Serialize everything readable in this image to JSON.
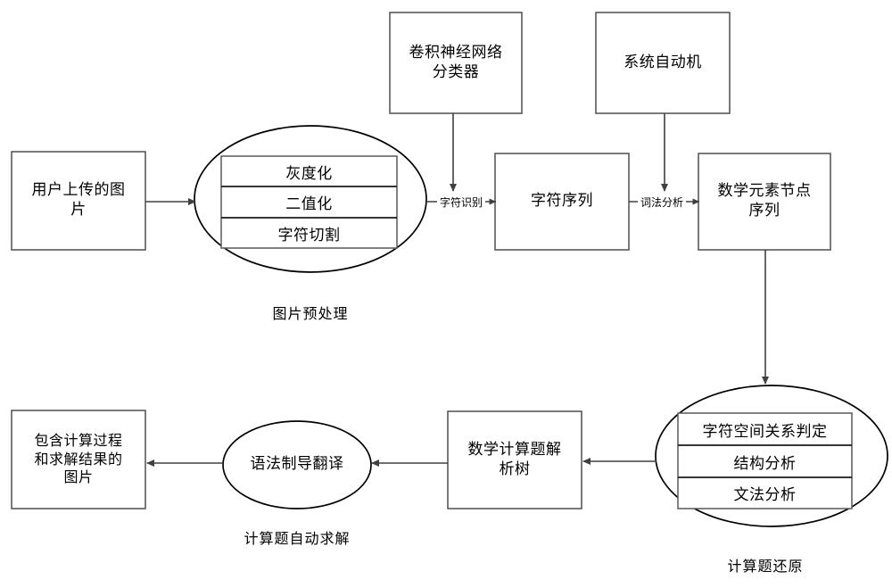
{
  "diagram": {
    "title_domain": "mathematical-expression-recognition-pipeline",
    "colors": {
      "box_stroke": "#595959",
      "ellipse_stroke": "#000000",
      "inner_table_stroke": "#595959",
      "arrow": "#404040",
      "text": "#000000",
      "background": "#ffffff"
    },
    "nodes": {
      "user_image": {
        "label": "用户上传的图\n片",
        "shape": "rect"
      },
      "preprocess_ellipse": {
        "shape": "ellipse",
        "caption": "图片预处理"
      },
      "preprocess_steps": [
        {
          "label": "灰度化"
        },
        {
          "label": "二值化"
        },
        {
          "label": "字符切割"
        }
      ],
      "cnn_classifier": {
        "label": "卷积神经网络\n分类器",
        "shape": "rect"
      },
      "system_automaton": {
        "label": "系统自动机",
        "shape": "rect"
      },
      "char_sequence": {
        "label": "字符序列",
        "shape": "rect"
      },
      "math_element_node_sequence": {
        "label": "数学元素节点\n序列",
        "shape": "rect"
      },
      "restore_ellipse": {
        "shape": "ellipse",
        "caption": "计算题还原"
      },
      "restore_steps": [
        {
          "label": "字符空间关系判定"
        },
        {
          "label": "结构分析"
        },
        {
          "label": "文法分析"
        }
      ],
      "parse_tree": {
        "label": "数学计算题解\n析树",
        "shape": "rect"
      },
      "syntax_directed_translation": {
        "label": "语法制导翻译",
        "shape": "ellipse",
        "caption": "计算题自动求解"
      },
      "result_image": {
        "label": "包含计算过程\n和求解结果的\n图片",
        "shape": "rect"
      }
    },
    "edge_labels": {
      "char_recognition": "字符识别",
      "lexical_analysis": "词法分析"
    }
  }
}
